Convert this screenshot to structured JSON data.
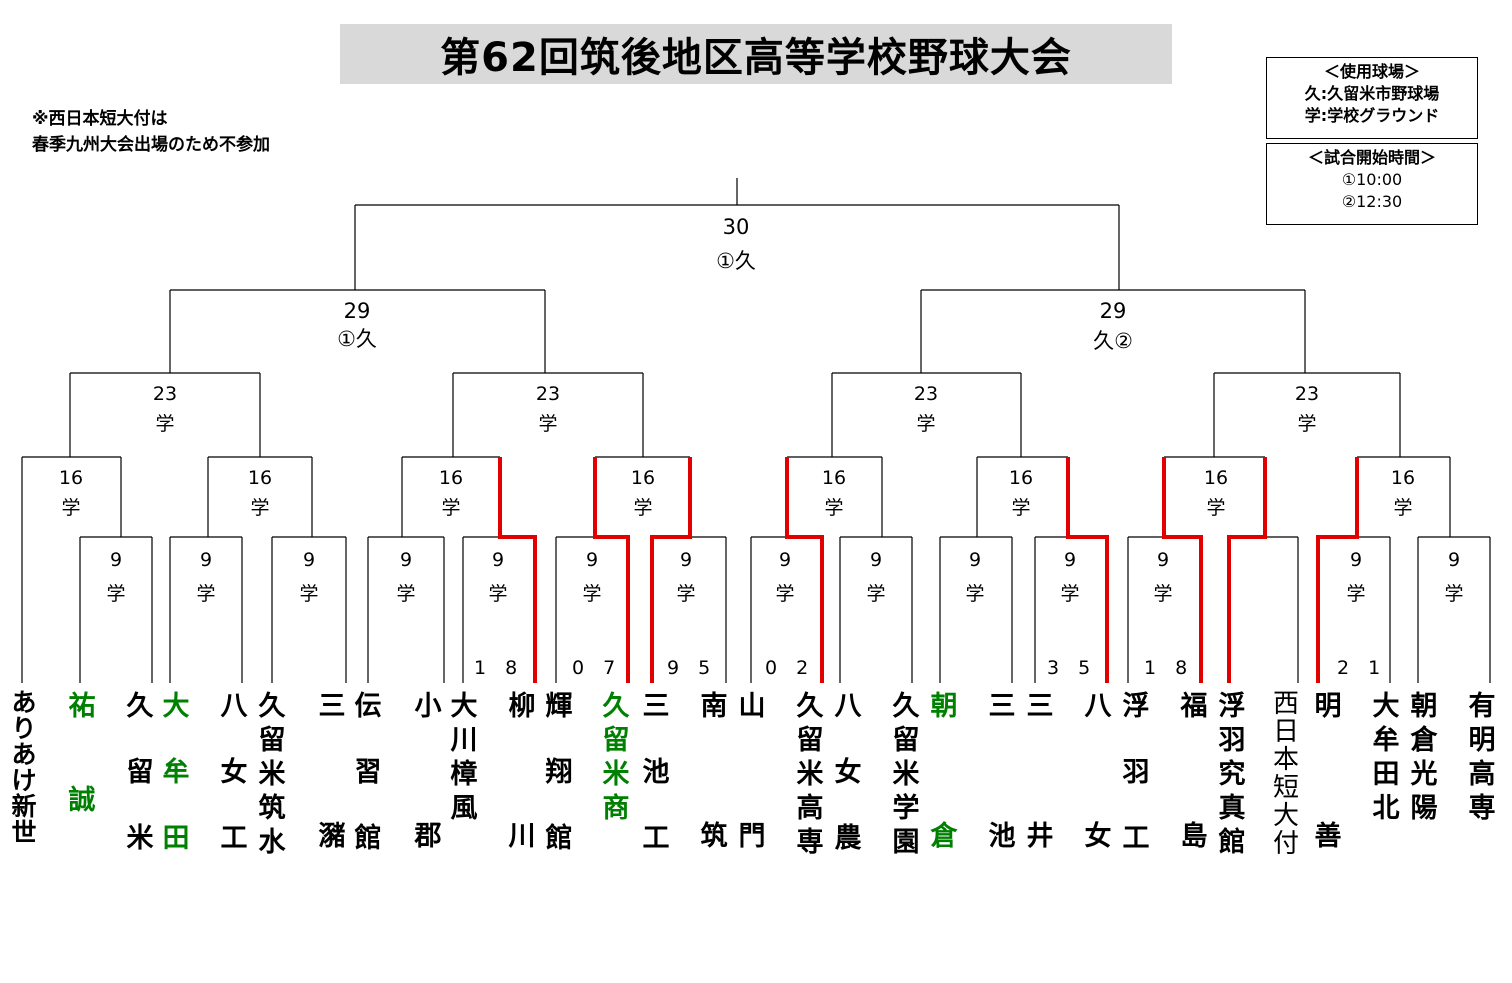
{
  "title": "第62回筑後地区高等学校野球大会",
  "note": [
    "※西日本短大付は",
    "春季九州大会出場のため不参加"
  ],
  "venues": {
    "heading": "＜使用球場＞",
    "lines": [
      "久:久留米市野球場",
      "学:学校グラウンド"
    ]
  },
  "times": {
    "heading": "＜試合開始時間＞",
    "lines": [
      "①10:00",
      "②12:30"
    ]
  },
  "final": {
    "date": "30",
    "venue": "①久"
  },
  "semis": [
    {
      "date": "29",
      "venue": "①久"
    },
    {
      "date": "29",
      "venue": "久②"
    }
  ],
  "quarters": [
    {
      "date": "23",
      "venue": "学"
    },
    {
      "date": "23",
      "venue": "学"
    },
    {
      "date": "23",
      "venue": "学"
    },
    {
      "date": "23",
      "venue": "学"
    }
  ],
  "round16": [
    {
      "date": "16",
      "venue": "学"
    },
    {
      "date": "16",
      "venue": "学"
    },
    {
      "date": "16",
      "venue": "学"
    },
    {
      "date": "16",
      "venue": "学"
    },
    {
      "date": "16",
      "venue": "学"
    },
    {
      "date": "16",
      "venue": "学"
    },
    {
      "date": "16",
      "venue": "学"
    },
    {
      "date": "16",
      "venue": "学"
    }
  ],
  "round9": [
    {
      "date": "9",
      "venue": "学"
    },
    {
      "date": "9",
      "venue": "学"
    },
    {
      "date": "9",
      "venue": "学"
    },
    {
      "date": "9",
      "venue": "学"
    },
    {
      "date": "9",
      "venue": "学"
    },
    {
      "date": "9",
      "venue": "学"
    },
    {
      "date": "9",
      "venue": "学"
    },
    {
      "date": "9",
      "venue": "学"
    },
    {
      "date": "9",
      "venue": "学"
    },
    {
      "date": "9",
      "venue": "学"
    },
    {
      "date": "9",
      "venue": "学"
    },
    {
      "date": "9",
      "venue": "学"
    },
    {
      "date": "9",
      "venue": "学"
    },
    {
      "date": "9",
      "venue": "学"
    }
  ],
  "scores": [
    "1　8",
    "0　7",
    "9　5",
    "0　2",
    "3　5",
    "1　8",
    "2　1"
  ],
  "teams": [
    {
      "chars": [
        "あ",
        "り",
        "あ",
        "け",
        "新",
        "世"
      ],
      "win": false
    },
    {
      "chars": [
        "祐",
        "",
        "",
        "誠"
      ],
      "win": true
    },
    {
      "chars": [
        "久",
        "",
        "留",
        "",
        "米"
      ],
      "win": false
    },
    {
      "chars": [
        "大",
        "",
        "牟",
        "",
        "田"
      ],
      "win": true
    },
    {
      "chars": [
        "八",
        "",
        "女",
        "",
        "工"
      ],
      "win": false
    },
    {
      "chars": [
        "久",
        "留",
        "米",
        "筑",
        "水"
      ],
      "win": false
    },
    {
      "chars": [
        "三",
        "",
        "",
        "",
        "瀦"
      ],
      "win": false
    },
    {
      "chars": [
        "伝",
        "",
        "習",
        "",
        "館"
      ],
      "win": false
    },
    {
      "chars": [
        "小",
        "",
        "",
        "",
        "郡"
      ],
      "win": false
    },
    {
      "chars": [
        "大",
        "川",
        "樟",
        "風"
      ],
      "win": false
    },
    {
      "chars": [
        "柳",
        "",
        "",
        "",
        "川"
      ],
      "win": false
    },
    {
      "chars": [
        "輝",
        "",
        "翔",
        "",
        "館"
      ],
      "win": false
    },
    {
      "chars": [
        "久",
        "留",
        "米",
        "商"
      ],
      "win": true
    },
    {
      "chars": [
        "三",
        "",
        "池",
        "",
        "工"
      ],
      "win": false
    },
    {
      "chars": [
        "南",
        "",
        "",
        "",
        "筑"
      ],
      "win": false
    },
    {
      "chars": [
        "山",
        "",
        "",
        "",
        "門"
      ],
      "win": false
    },
    {
      "chars": [
        "久",
        "留",
        "米",
        "高",
        "専"
      ],
      "win": false
    },
    {
      "chars": [
        "八",
        "",
        "女",
        "",
        "農"
      ],
      "win": false
    },
    {
      "chars": [
        "久",
        "留",
        "米",
        "学",
        "園"
      ],
      "win": false
    },
    {
      "chars": [
        "朝",
        "",
        "",
        "",
        "倉"
      ],
      "win": true
    },
    {
      "chars": [
        "三",
        "",
        "",
        "",
        "池"
      ],
      "win": false
    },
    {
      "chars": [
        "三",
        "",
        "",
        "",
        "井"
      ],
      "win": false
    },
    {
      "chars": [
        "八",
        "",
        "",
        "",
        "女"
      ],
      "win": false
    },
    {
      "chars": [
        "浮",
        "",
        "羽",
        "",
        "工"
      ],
      "win": false
    },
    {
      "chars": [
        "福",
        "",
        "",
        "",
        "島"
      ],
      "win": false
    },
    {
      "chars": [
        "浮",
        "羽",
        "究",
        "真",
        "館"
      ],
      "win": false
    },
    {
      "chars": [
        "西",
        "日",
        "本",
        "短",
        "大",
        "付"
      ],
      "win": false
    },
    {
      "chars": [
        "明",
        "",
        "",
        "",
        "善"
      ],
      "win": false
    },
    {
      "chars": [
        "大",
        "牟",
        "田",
        "北"
      ],
      "win": false
    },
    {
      "chars": [
        "朝",
        "倉",
        "光",
        "陽"
      ],
      "win": false
    },
    {
      "chars": [
        "有",
        "明",
        "高",
        "専"
      ],
      "win": false
    }
  ],
  "colors": {
    "winner_text": "#008000",
    "win_line": "#e00000",
    "title_bg": "#d9d9d9"
  }
}
